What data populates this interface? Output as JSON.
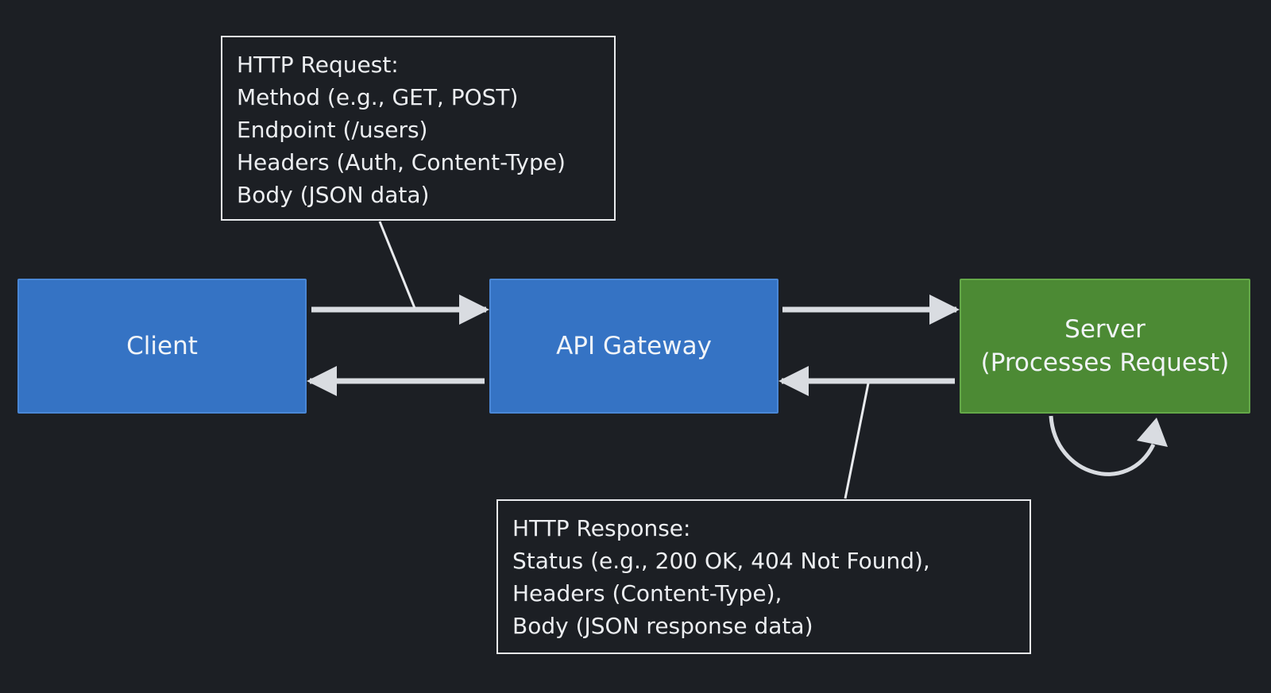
{
  "nodes": {
    "client": {
      "label": "Client"
    },
    "gateway": {
      "label": "API Gateway"
    },
    "server": {
      "lines": [
        "Server",
        "(Processes Request)"
      ]
    }
  },
  "notes": {
    "request": {
      "lines": [
        "HTTP Request:",
        "Method (e.g., GET, POST)",
        "Endpoint (/users)",
        "Headers (Auth, Content-Type)",
        "Body (JSON data)"
      ]
    },
    "response": {
      "lines": [
        "HTTP Response:",
        "Status (e.g., 200 OK, 404 Not Found),",
        "Headers (Content-Type),",
        "Body (JSON response data)"
      ]
    }
  },
  "colors": {
    "background": "#1c1f24",
    "client_gateway_fill": "#3573c4",
    "server_fill": "#4c8a34",
    "arrow": "#d9dce1",
    "note_border": "#e9ebee"
  }
}
